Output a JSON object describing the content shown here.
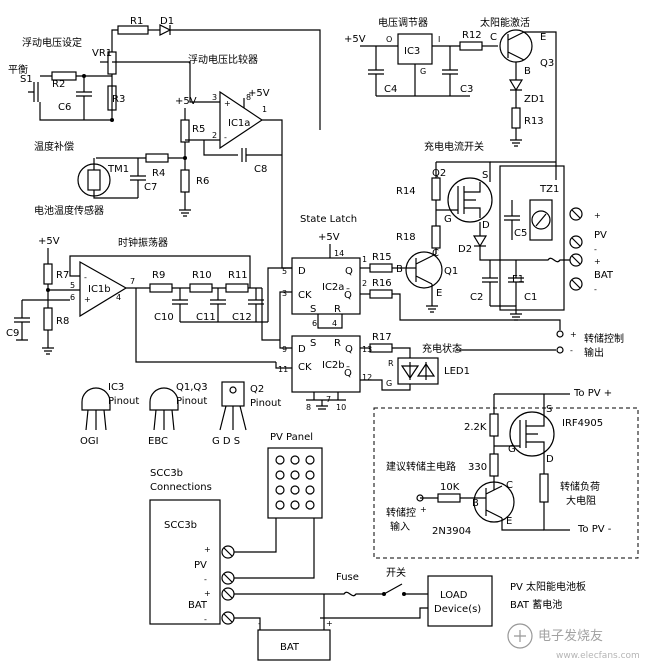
{
  "labels": {
    "float_set": "浮动电压设定",
    "float_cmp": "浮动电压比较器",
    "balance": "平衡",
    "temp_comp": "温度补偿",
    "bat_sensor": "电池温度传感器",
    "clock_osc": "时钟振荡器",
    "state_latch": "State Latch",
    "vreg": "电压调节器",
    "solar_exc": "太阳能激活",
    "chg_switch": "充电电流开关",
    "dump_ctrl": "转储控制",
    "output": "输出",
    "chg_state": "充电状态",
    "dump_main": "建议转储主电路",
    "dump_in1": "转储控",
    "dump_in2": "输入",
    "dump_load1": "转储负荷",
    "dump_load2": "大电阻",
    "pv_panel": "PV Panel",
    "scc3b_conn1": "SCC3b",
    "scc3b_conn2": "Connections",
    "scc3b": "SCC3b",
    "fuse": "Fuse",
    "sw": "开关",
    "load1": "LOAD",
    "load2": "Device(s)",
    "legend1": "PV 太阳能电池板",
    "legend2": "BAT 蓄电池",
    "bat_box": "BAT",
    "to_pv_plus": "To PV +",
    "to_pv_minus": "To PV -",
    "pin_ic3": "IC3",
    "pin_ic3b": "Pinout",
    "pin_q13": "Q1,Q3",
    "pin_q13b": "Pinout",
    "pin_q2": "Q2",
    "pin_q2b": "Pinout",
    "ogi": "OGI",
    "ebc": "EBC",
    "gds": "G D S",
    "watermark": "电子发烧友",
    "watermark_url": "www.elecfans.com"
  },
  "components": {
    "R1": "R1",
    "D1": "D1",
    "VR1": "VR1",
    "S1": "S1",
    "R2": "R2",
    "R3": "R3",
    "C6": "C6",
    "R4": "R4",
    "R5": "R5",
    "R6": "R6",
    "TM1": "TM1",
    "C7": "C7",
    "C8": "C8",
    "IC1a": "IC1a",
    "IC1b": "IC1b",
    "R7": "R7",
    "R8": "R8",
    "C9": "C9",
    "R9": "R9",
    "R10": "R10",
    "R11": "R11",
    "C10": "C10",
    "C11": "C11",
    "C12": "C12",
    "IC2a": "IC2a",
    "IC2b": "IC2b",
    "R15": "R15",
    "R16": "R16",
    "R17": "R17",
    "LED1": "LED1",
    "IC3": "IC3",
    "C3": "C3",
    "C4": "C4",
    "R12": "R12",
    "Q3": "Q3",
    "ZD1": "ZD1",
    "R13": "R13",
    "Q2": "Q2",
    "R14": "R14",
    "R18": "R18",
    "D2": "D2",
    "Q1": "Q1",
    "C1": "C1",
    "C2": "C2",
    "C5": "C5",
    "TZ1": "TZ1",
    "F1": "F1",
    "IRF4905": "IRF4905",
    "R22K": "2.2K",
    "R330": "330",
    "R10K": "10K",
    "Q2N3904": "2N3904"
  },
  "pins": {
    "plus5v": "+5V",
    "pv": "PV",
    "bat": "BAT",
    "d": "D",
    "q": "Q",
    "qbar": "Q̄",
    "ck": "CK",
    "s": "S",
    "r": "R",
    "o": "O",
    "g": "G",
    "i": "I",
    "b": "B",
    "c": "C",
    "e": "E",
    "plus": "+",
    "minus": "-",
    "n1": "1",
    "n2": "2",
    "n3": "3",
    "n4": "4",
    "n5": "5",
    "n6": "6",
    "n7": "7",
    "n8": "8",
    "n9": "9",
    "n10": "10",
    "n11": "11",
    "n12": "12",
    "n13": "13",
    "n14": "14"
  }
}
